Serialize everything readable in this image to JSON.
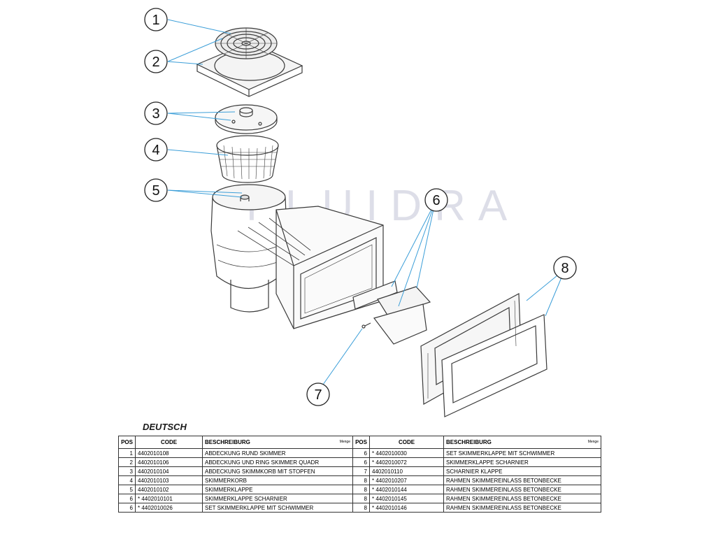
{
  "watermark": "FLUIDRA",
  "callouts": [
    "1",
    "2",
    "3",
    "4",
    "5",
    "6",
    "7",
    "8"
  ],
  "language": "DEUTSCH",
  "table": {
    "headers": {
      "pos": "POS",
      "code": "CODE",
      "desc": "BESCHREIBURG",
      "qty": "Menge"
    },
    "left": [
      {
        "pos": "1",
        "code": "4402010108",
        "desc": "ABDECKUNG RUND SKIMMER"
      },
      {
        "pos": "2",
        "code": "4402010106",
        "desc": "ABDECKUNG UND RING SKIMMER QUADR"
      },
      {
        "pos": "3",
        "code": "4402010104",
        "desc": "ABDECKUNG SKIMMKORB MIT STOPFEN"
      },
      {
        "pos": "4",
        "code": "4402010103",
        "desc": "SKIMMERKORB"
      },
      {
        "pos": "5",
        "code": "4402010102",
        "desc": "SKIMMERKLAPPE"
      },
      {
        "pos": "6",
        "code": "* 4402010101",
        "desc": "SKIMMERKLAPPE SCHARNIER"
      },
      {
        "pos": "6",
        "code": "* 4402010026",
        "desc": "SET SKIMMERKLAPPE MIT SCHWIMMER"
      }
    ],
    "right": [
      {
        "pos": "6",
        "code": "* 4402010030",
        "desc": "SET SKIMMERKLAPPE MIT SCHWIMMER"
      },
      {
        "pos": "6",
        "code": "* 4402010072",
        "desc": "SKIMMERKLAPPE SCHARNIER"
      },
      {
        "pos": "7",
        "code": "4402010110",
        "desc": "SCHARNIER KLAPPE"
      },
      {
        "pos": "8",
        "code": "* 4402010207",
        "desc": "RAHMEN SKIMMEREINLASS BETONBECKE"
      },
      {
        "pos": "8",
        "code": "* 4402010144",
        "desc": "RAHMEN SKIMMEREINLASS BETONBECKE"
      },
      {
        "pos": "8",
        "code": "* 4402010145",
        "desc": "RAHMEN SKIMMEREINLASS BETONBECKE"
      },
      {
        "pos": "8",
        "code": "* 4402010146",
        "desc": "RAHMEN SKIMMEREINLASS BETONBECKE"
      }
    ]
  }
}
